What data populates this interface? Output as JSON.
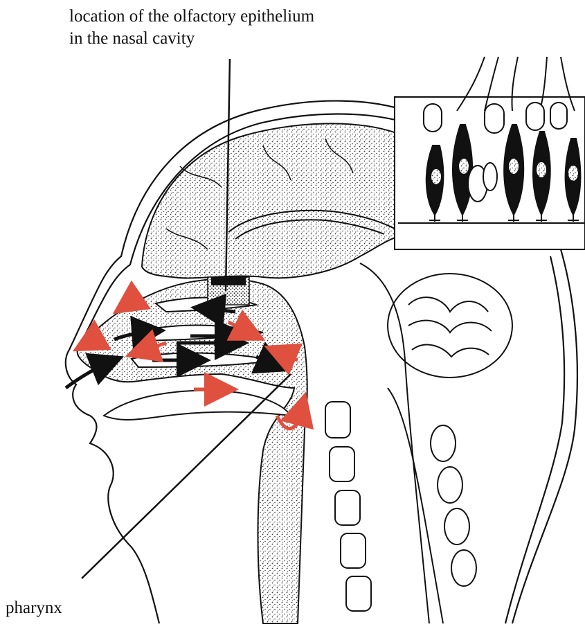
{
  "labels": {
    "epithelium_line1": "location of the olfactory epithelium",
    "epithelium_line2": "in the nasal cavity",
    "pharynx": "pharynx"
  },
  "colors": {
    "ink": "#111111",
    "airflow_in": "#111111",
    "airflow_out": "#e0503f",
    "stipple": "#3a3a3a"
  }
}
